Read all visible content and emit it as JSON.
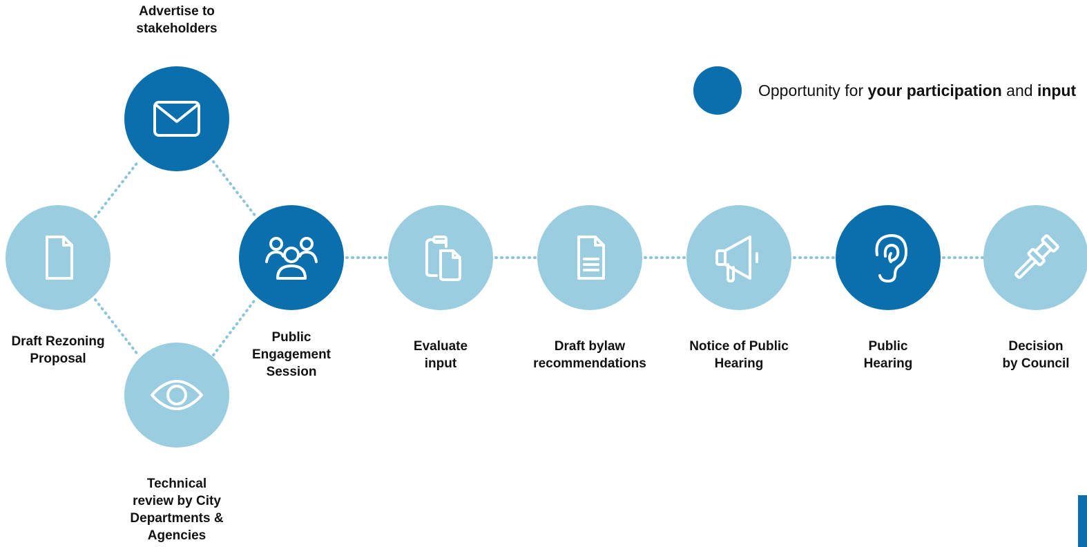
{
  "colors": {
    "participation": "#0b6fae",
    "step": "#9bcde0",
    "connector": "#8cc4da",
    "text": "#111111"
  },
  "legend": {
    "text_before": "Opportunity for ",
    "bold_1": "your participation",
    "text_mid": " and ",
    "bold_2": "input"
  },
  "steps": [
    {
      "id": "draft-rezoning",
      "label": "Draft Rezoning\nProposal",
      "icon": "document-icon",
      "participation": false
    },
    {
      "id": "advertise",
      "label": "Advertise to\nstakeholders",
      "icon": "envelope-icon",
      "participation": true
    },
    {
      "id": "technical-review",
      "label": "Technical\nreview by City\nDepartments &\nAgencies",
      "icon": "eye-icon",
      "participation": false
    },
    {
      "id": "public-engagement",
      "label": "Public\nEngagement\nSession",
      "icon": "people-icon",
      "participation": true
    },
    {
      "id": "evaluate-input",
      "label": "Evaluate\ninput",
      "icon": "clipboard-icon",
      "participation": false
    },
    {
      "id": "draft-bylaw",
      "label": "Draft bylaw\nrecommendations",
      "icon": "document-lines-icon",
      "participation": false
    },
    {
      "id": "notice-hearing",
      "label": "Notice of Public\nHearing",
      "icon": "megaphone-icon",
      "participation": false
    },
    {
      "id": "public-hearing",
      "label": "Public\nHearing",
      "icon": "ear-icon",
      "participation": true
    },
    {
      "id": "decision",
      "label": "Decision\nby Council",
      "icon": "gavel-icon",
      "participation": false
    }
  ]
}
